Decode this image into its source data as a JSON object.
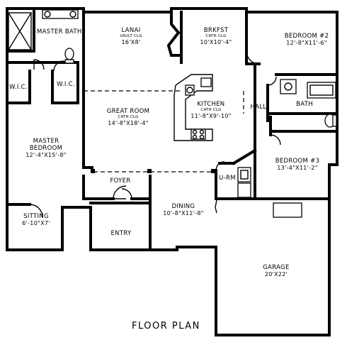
{
  "title": "FLOOR PLAN",
  "rooms": {
    "master_bath": {
      "name": "MASTER BATH"
    },
    "lanai": {
      "name": "LANAI",
      "sub": "VAULT CLG",
      "dims": "16'X8'"
    },
    "brkfst": {
      "name": "BRKFST",
      "sub": "CATH CLG",
      "dims": "10'X10'-4\""
    },
    "bedroom2": {
      "name": "BEDROOM #2",
      "dims": "12'-8\"X11'-6\""
    },
    "wic_left": {
      "name": "W.I.C."
    },
    "wic_right": {
      "name": "W.I.C."
    },
    "great_room": {
      "name": "GREAT ROOM",
      "sub": "CATH CLG",
      "dims": "14'-8\"X18'-4\""
    },
    "kitchen": {
      "name": "KITCHEN",
      "sub": "CATH CLG",
      "dims": "11'-8\"X9'-10\""
    },
    "hall": {
      "name": "HALL"
    },
    "bath": {
      "name": "BATH"
    },
    "master_bedroom": {
      "name": "MASTER BEDROOM",
      "dims": "12'-4\"X15'-8\""
    },
    "bedroom3": {
      "name": "BEDROOM #3",
      "dims": "13'-4\"X11'-2\""
    },
    "foyer": {
      "name": "FOYER"
    },
    "urm": {
      "name": "U-RM"
    },
    "sitting": {
      "name": "SITTING",
      "dims": "6'-10\"X7'"
    },
    "dining": {
      "name": "DINING",
      "dims": "10'-8\"X11'-8\""
    },
    "entry": {
      "name": "ENTRY"
    },
    "garage": {
      "name": "GARAGE",
      "dims": "20'X22'"
    }
  }
}
